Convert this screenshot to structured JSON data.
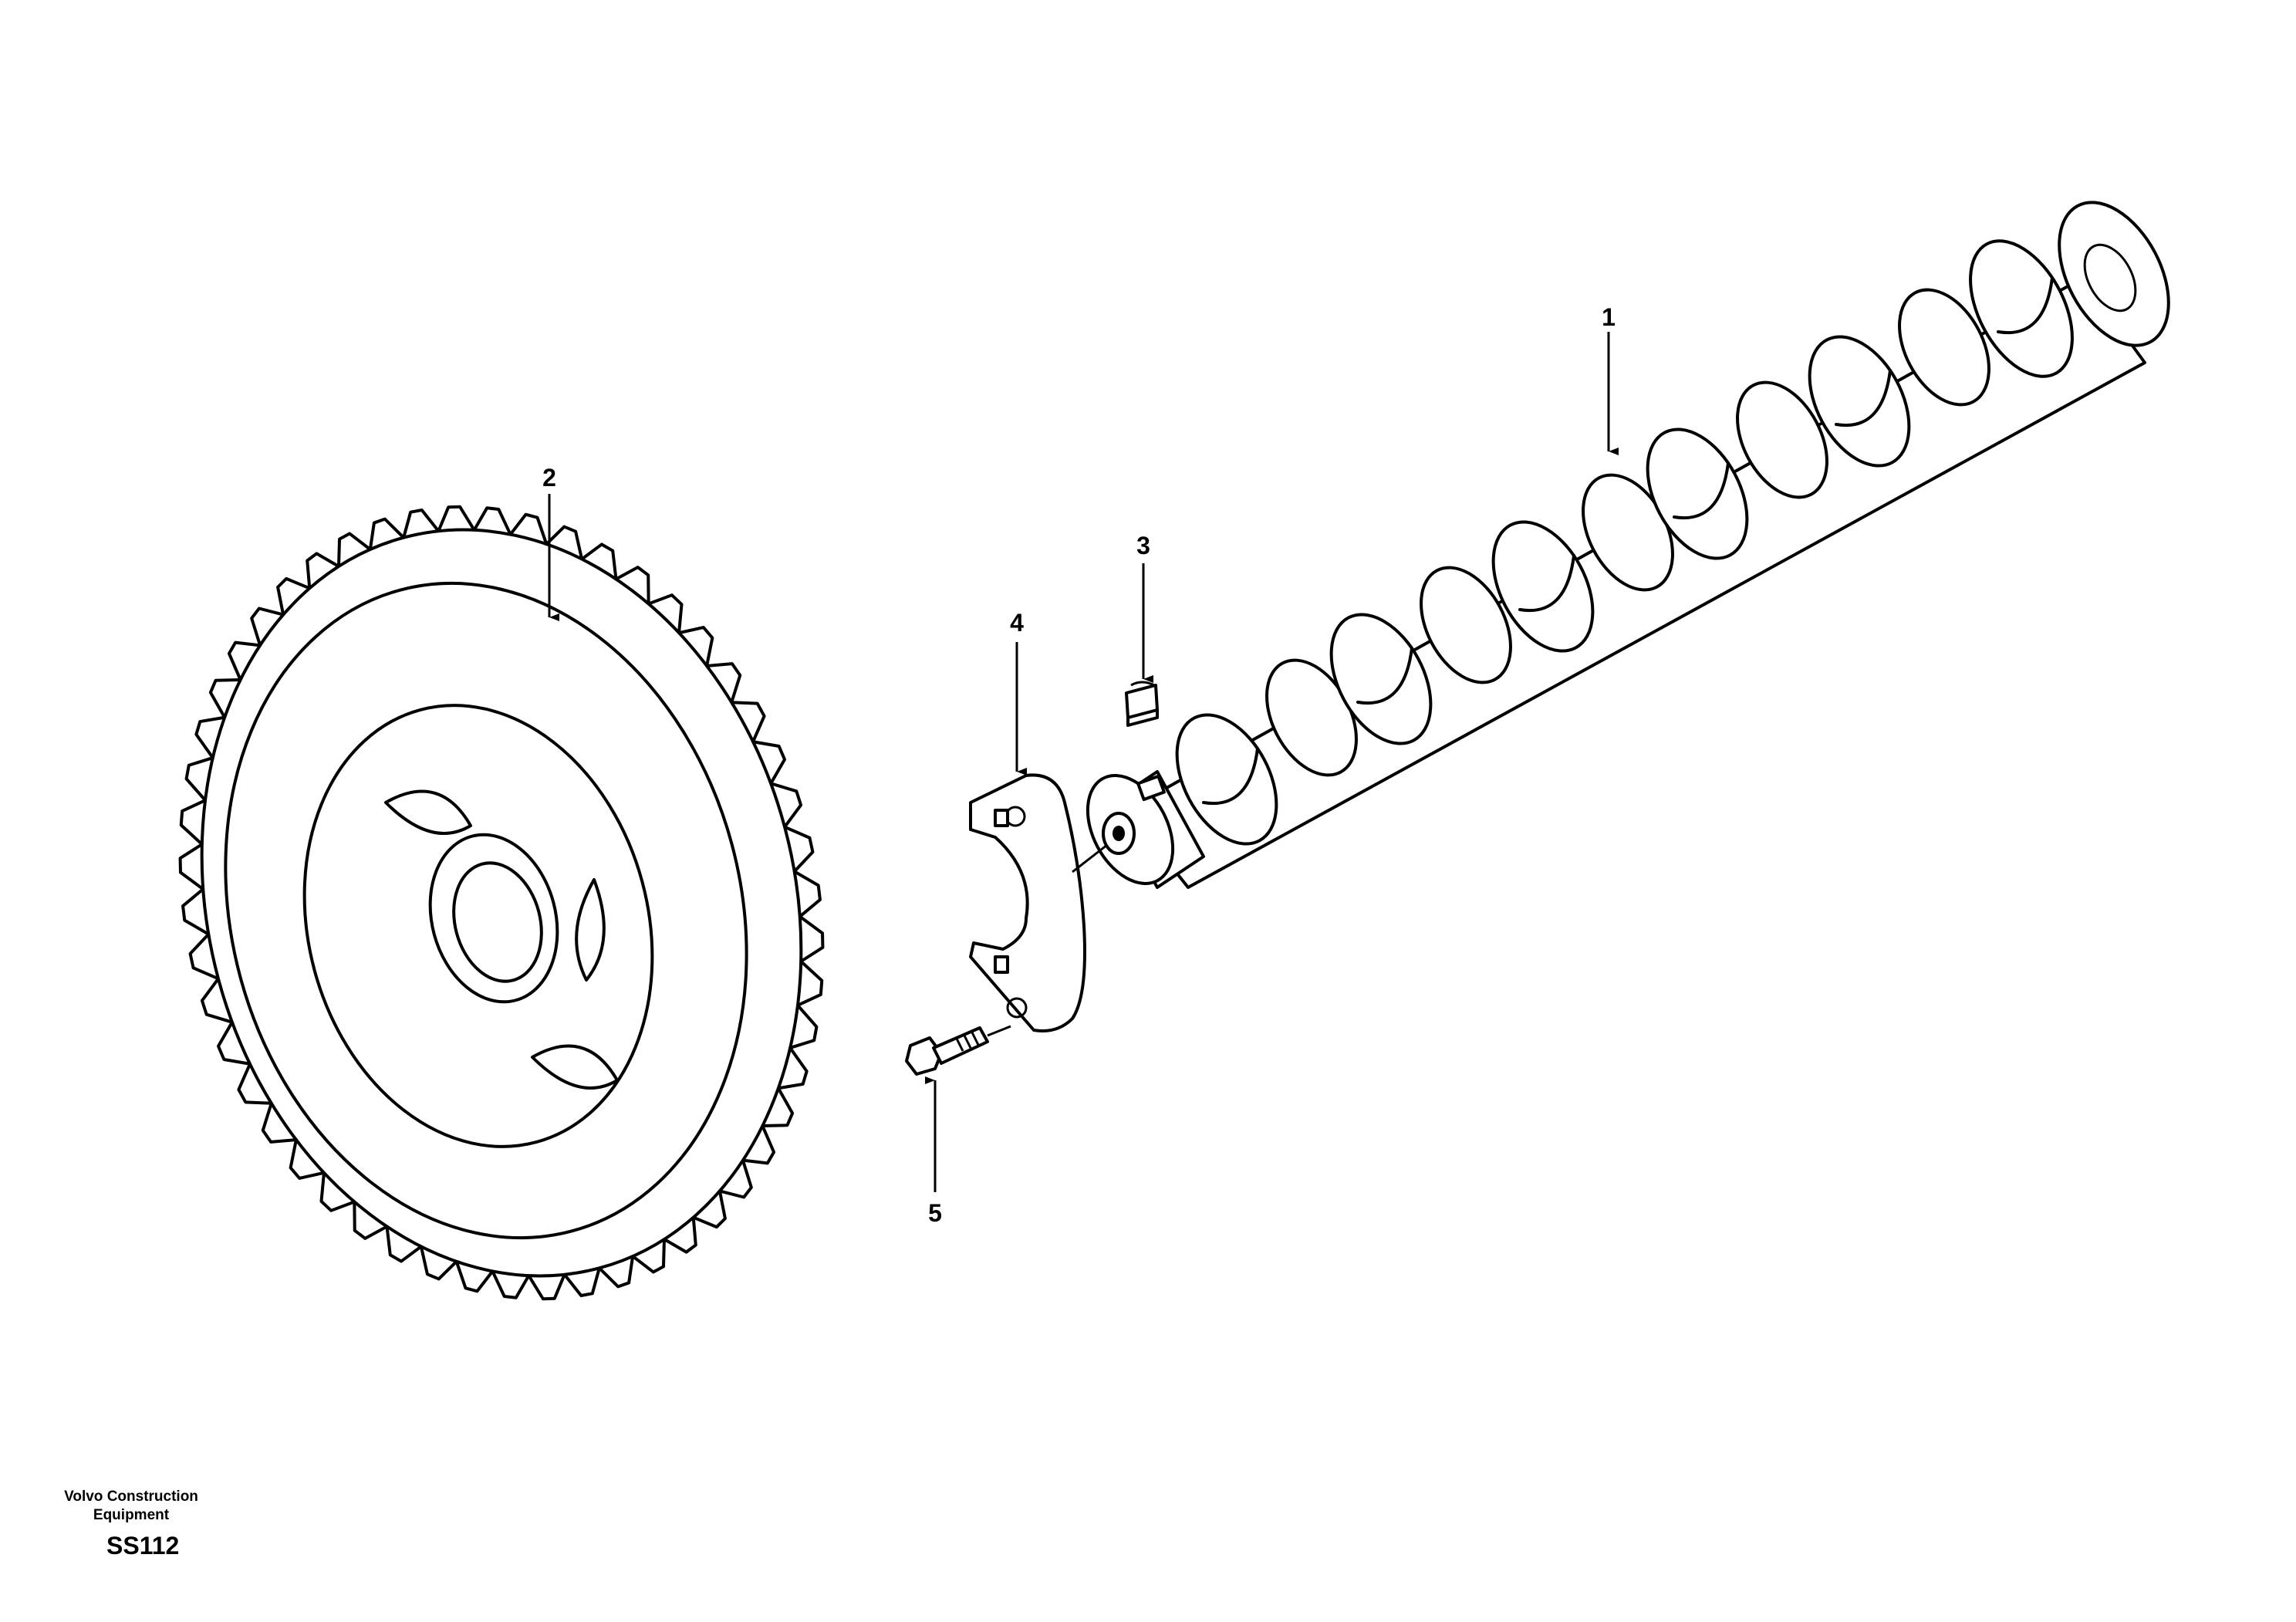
{
  "brand": {
    "line1": "Volvo Construction",
    "line2": "Equipment"
  },
  "drawing_code": "SS112",
  "callouts": [
    {
      "id": "1",
      "label": "1"
    },
    {
      "id": "2",
      "label": "2"
    },
    {
      "id": "3",
      "label": "3"
    },
    {
      "id": "4",
      "label": "4"
    },
    {
      "id": "5",
      "label": "5"
    }
  ]
}
